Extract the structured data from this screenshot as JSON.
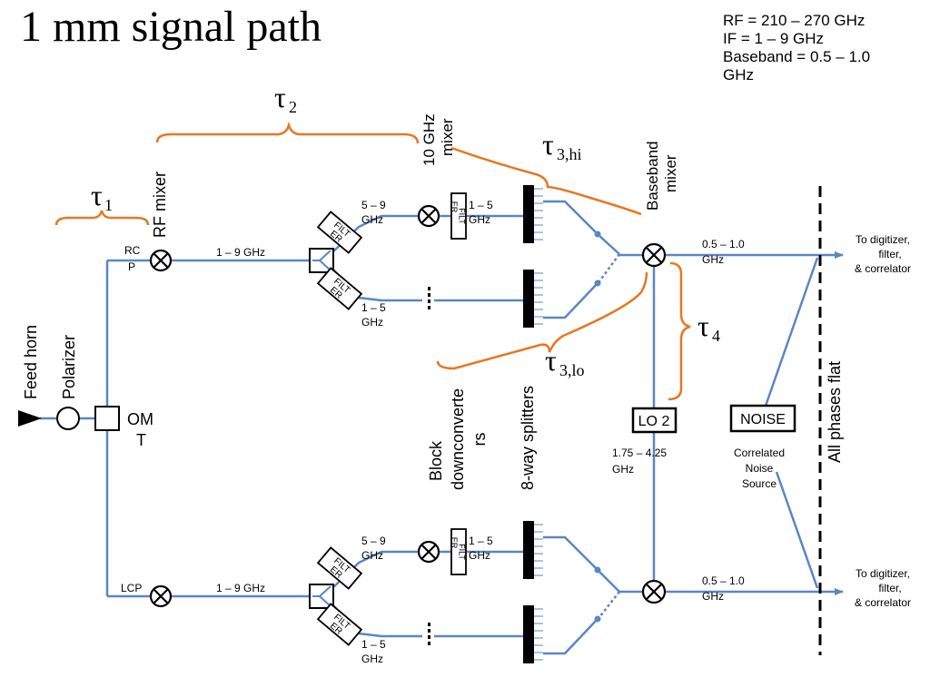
{
  "title": "1 mm signal path",
  "freq_info": {
    "rf": "RF = 210 – 270 GHz",
    "if": "IF  = 1 – 9 GHz",
    "baseband_a": "Baseband = 0.5 – 1.0",
    "baseband_b": "GHz"
  },
  "taus": {
    "t1": "τ",
    "t1_sub": "1",
    "t2": "τ",
    "t2_sub": "2",
    "t3hi": "τ",
    "t3hi_sub": "3,hi",
    "t3lo": "τ",
    "t3lo_sub": "3,lo",
    "t4": "τ",
    "t4_sub": "4"
  },
  "labels": {
    "feed_horn": "Feed horn",
    "polarizer": "Polarizer",
    "omt_a": "OM",
    "omt_b": "T",
    "rcp_a": "RC",
    "rcp_b": "P",
    "lcp": "LCP",
    "rf_mixer": "RF mixer",
    "ten_ghz_mixer_a": "10 GHz",
    "ten_ghz_mixer_b": "mixer",
    "baseband_mixer_a": "Baseband",
    "baseband_mixer_b": "mixer",
    "if_band": "1 – 9 GHz",
    "band_59_a": "5 – 9",
    "band_59_b": "GHz",
    "band_15_a": "1 – 5",
    "band_15_b": "GHz",
    "filter_a": "FILT",
    "filter_b": "ER",
    "bb_a": "0.5 – 1.0",
    "bb_b": "GHz",
    "to_digitizer_a": "To digitizer,",
    "to_digitizer_b": "filter,",
    "to_digitizer_c": "& correlator",
    "block_a": "Block",
    "block_b": "downconverte",
    "block_c": "rs",
    "splitters": "8-way splitters",
    "lo2": "LO 2",
    "lo2_range_a": "1.75 – 4.25",
    "lo2_range_b": "GHz",
    "noise": "NOISE",
    "noise_desc_a": "Correlated",
    "noise_desc_b": "Noise",
    "noise_desc_c": "Source",
    "all_phases_flat": "All phases flat"
  },
  "colors": {
    "signal": "#5b86c4",
    "bracket": "#e87722",
    "ink": "#000000"
  }
}
